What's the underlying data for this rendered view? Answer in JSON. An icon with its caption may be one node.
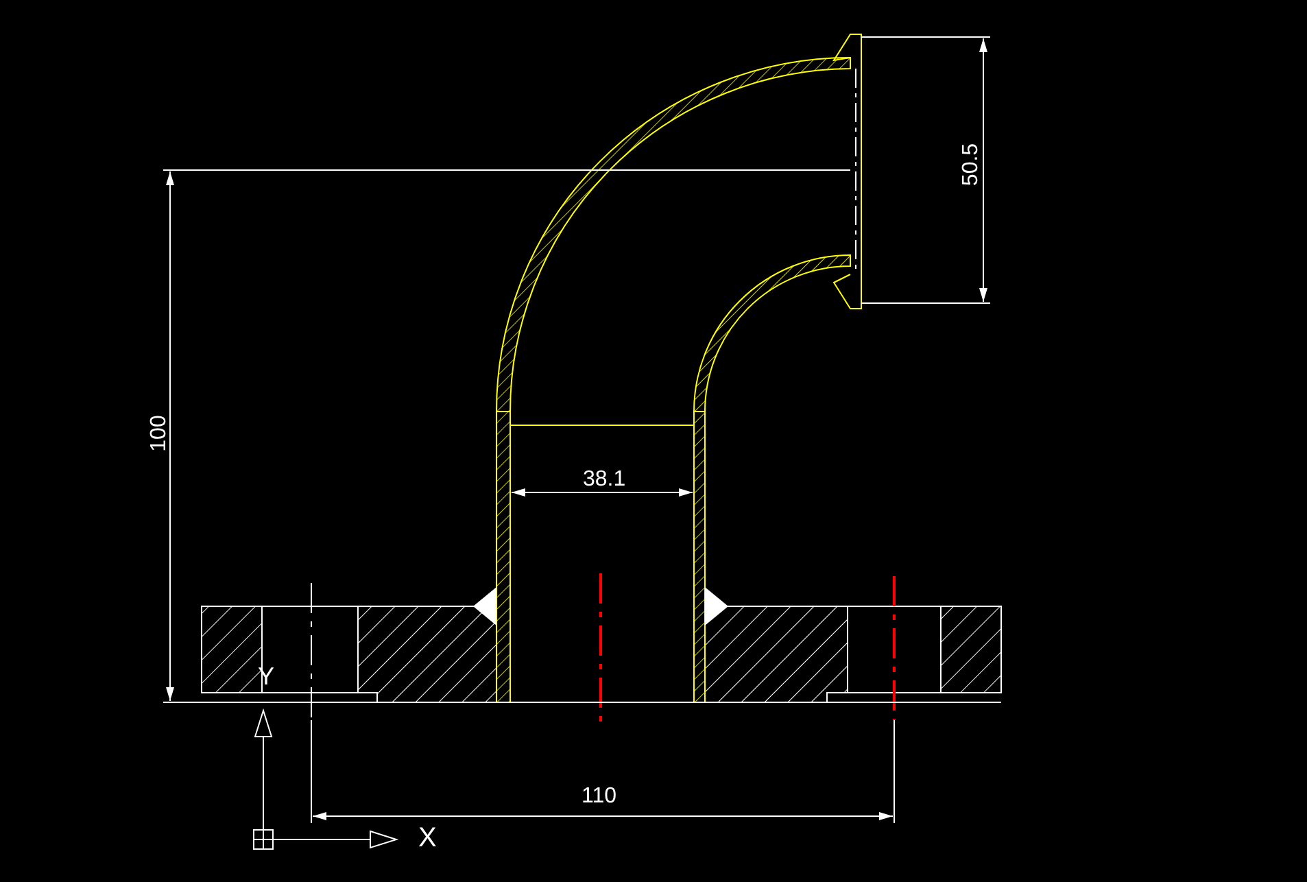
{
  "diagram": {
    "labels": [
      "50.5",
      "100",
      "38.1",
      "Y",
      "110",
      "X"
    ]
  }
}
